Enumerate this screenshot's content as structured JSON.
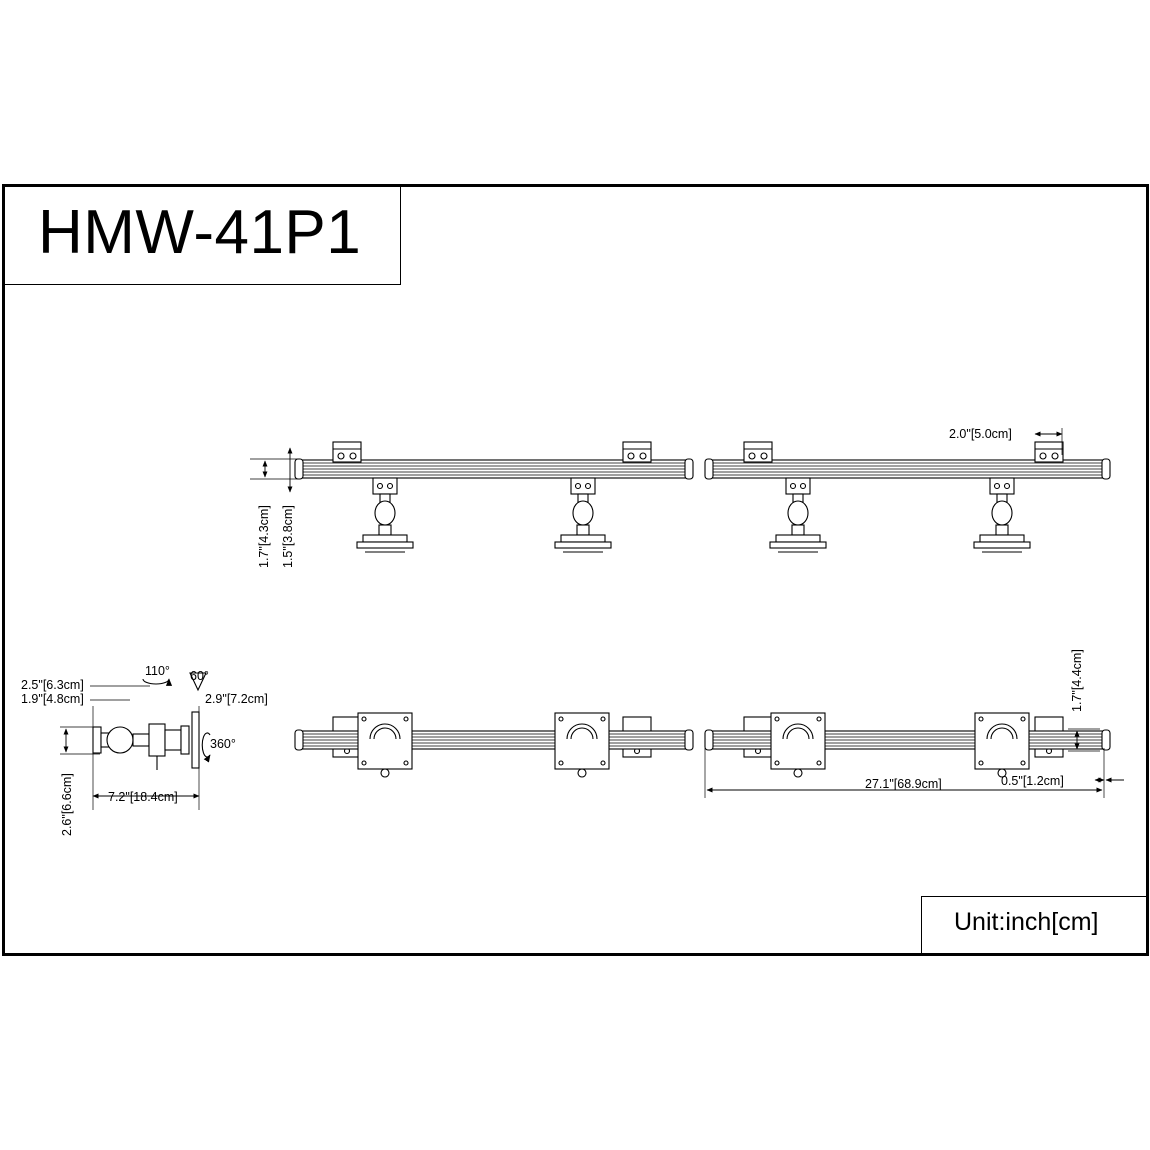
{
  "title": "HMW-41P1",
  "unit_label": "Unit:inch[cm]",
  "dimensions": {
    "clamp_offset": "2.0\"[5.0cm]",
    "side_height_1": "1.7\"[4.3cm]",
    "side_height_2": "1.5\"[3.8cm]",
    "arm_depth_1": "2.5\"[6.3cm]",
    "arm_depth_2": "1.9\"[4.8cm]",
    "tilt_angle": "110°",
    "swivel_angle": "60°",
    "plate_offset": "2.9\"[7.2cm]",
    "rotation": "360°",
    "mount_height": "2.6\"[6.6cm]",
    "arm_length": "7.2\"[18.4cm]",
    "rail_height": "1.7\"[4.4cm]",
    "total_length": "27.1\"[68.9cm]",
    "end_cap": "0.5\"[1.2cm]"
  }
}
